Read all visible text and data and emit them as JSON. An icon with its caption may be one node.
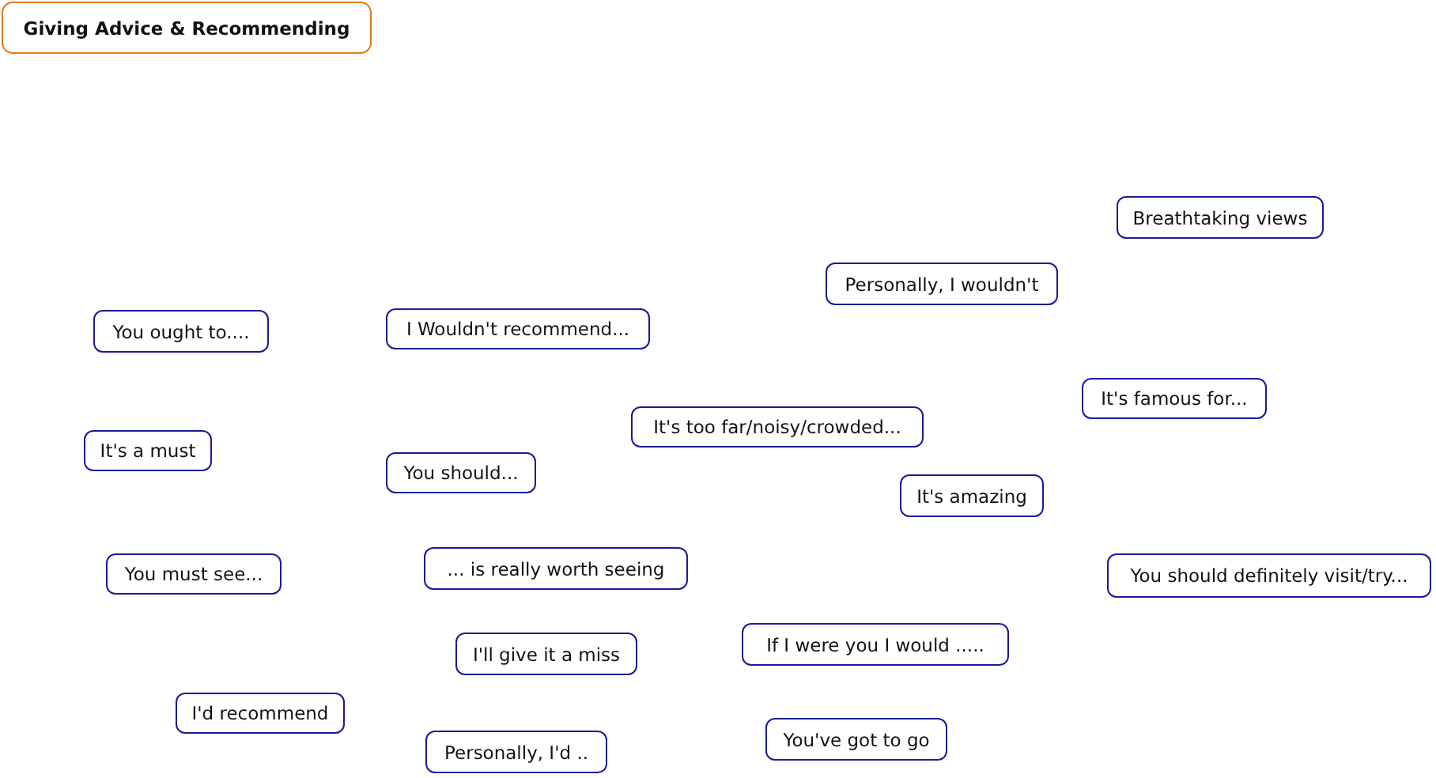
{
  "diagram": {
    "title": "Giving Advice & Recommending",
    "nodes": [
      {
        "text": [
          "Breathtaking views"
        ]
      },
      {
        "text": [
          "Personally, I wouldn't"
        ]
      },
      {
        "text": [
          "I Wouldn't recommend..."
        ]
      },
      {
        "text": [
          "You ought to...."
        ]
      },
      {
        "text": [
          "It's famous for..."
        ]
      },
      {
        "text": [
          "It's too far/noisy/crowded..."
        ]
      },
      {
        "text": [
          "It's a must"
        ]
      },
      {
        "text": [
          "You should..."
        ]
      },
      {
        "text": [
          "It's amazing"
        ]
      },
      {
        "text": [
          "... is really worth seeing"
        ]
      },
      {
        "text": [
          "You must see..."
        ]
      },
      {
        "text": [
          "You should definitely visit/try..."
        ]
      },
      {
        "text": [
          "If I were you I would ....."
        ]
      },
      {
        "text": [
          "I'll give it a miss"
        ]
      },
      {
        "text": [
          "I'd recommend"
        ]
      },
      {
        "text": [
          "You've got to go"
        ]
      },
      {
        "text": [
          "Personally, I'd .."
        ]
      }
    ]
  }
}
